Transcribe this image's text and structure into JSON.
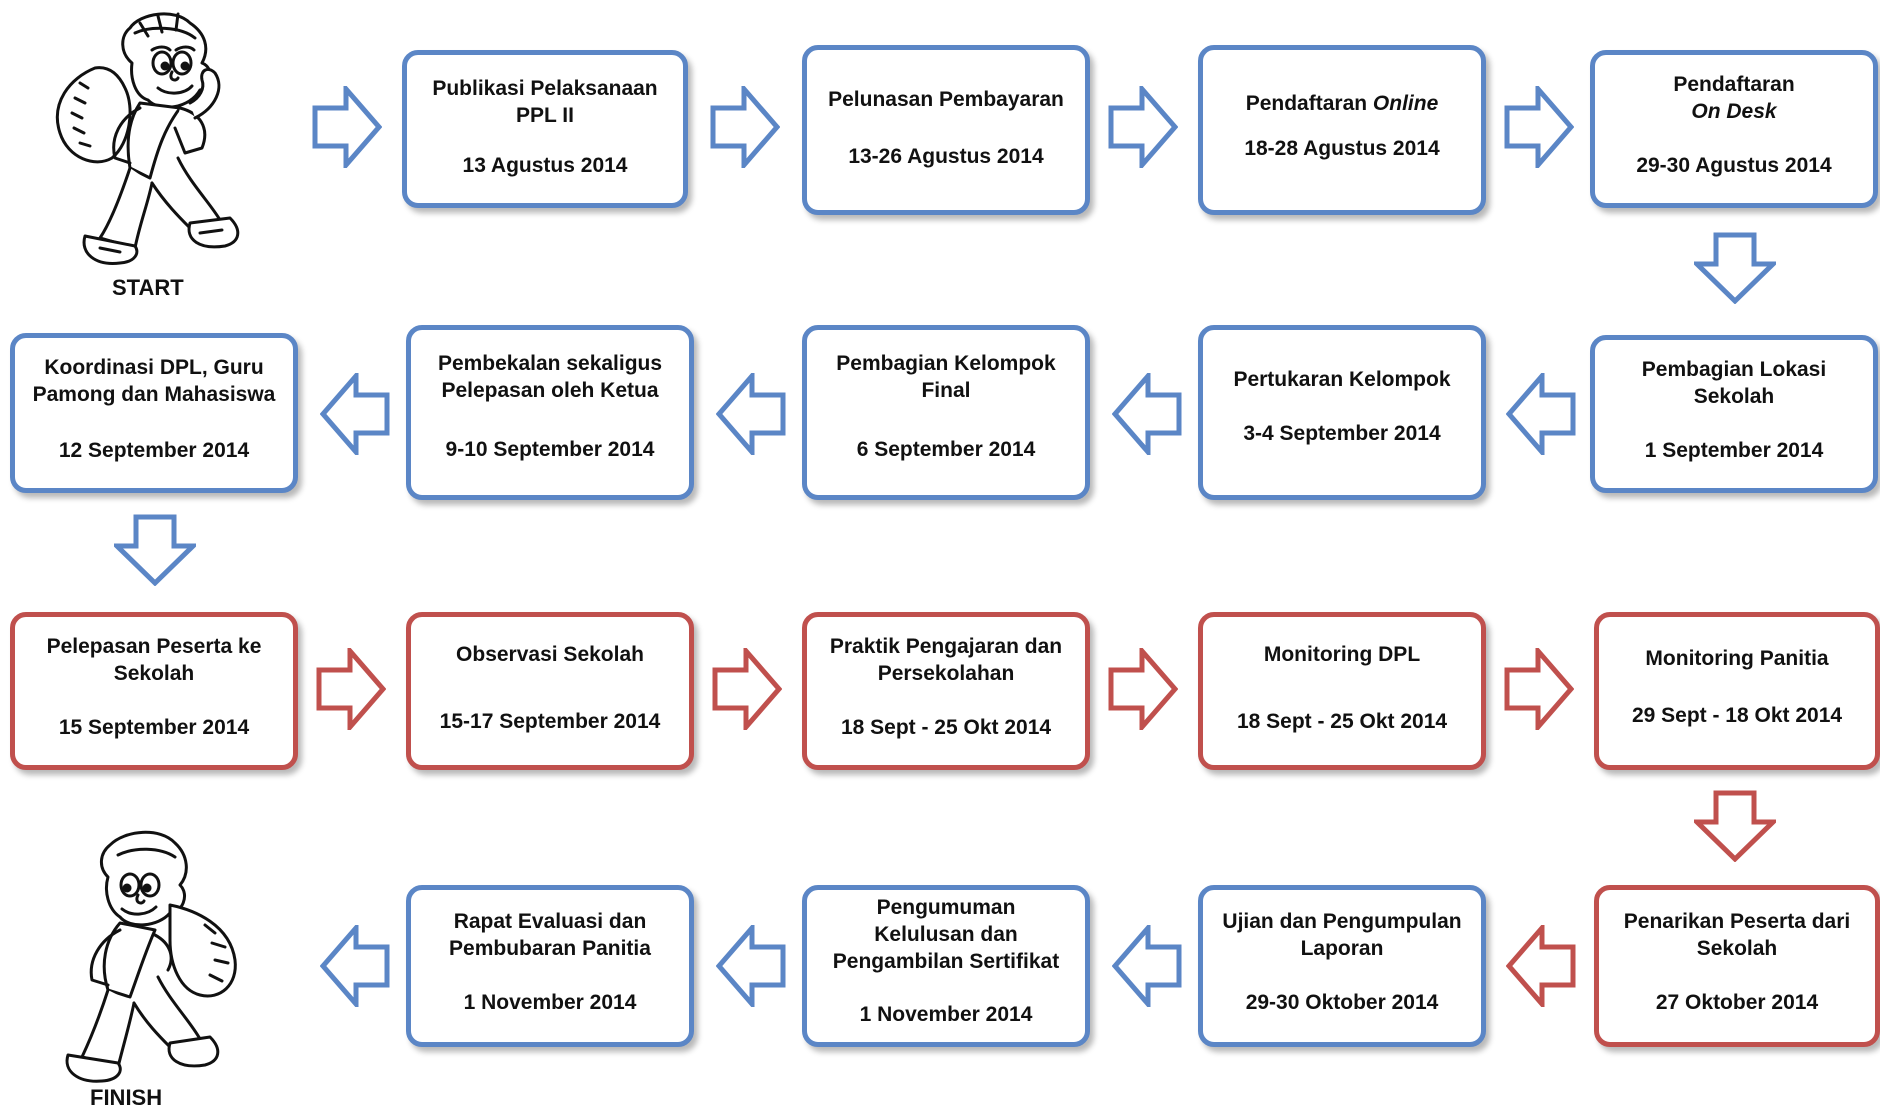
{
  "start_label": "START",
  "finish_label": "FINISH",
  "colors": {
    "blue": "#5b86c6",
    "red": "#c0504d"
  },
  "rows": [
    {
      "steps": [
        {
          "title": "Publikasi Pelaksanaan PPL II",
          "date": "13 Agustus 2014"
        },
        {
          "title": "Pelunasan Pembayaran",
          "date": "13-26 Agustus 2014"
        },
        {
          "title_plain": "Pendaftaran ",
          "title_em": "Online",
          "date": "18-28 Agustus 2014"
        },
        {
          "title_plain": "Pendaftaran",
          "title_em": "On Desk",
          "date": "29-30 Agustus 2014"
        }
      ]
    },
    {
      "steps": [
        {
          "title": "Pembagian Lokasi Sekolah",
          "date": "1 September 2014"
        },
        {
          "title": "Pertukaran Kelompok",
          "date": "3-4 September 2014"
        },
        {
          "title": "Pembagian Kelompok Final",
          "date": "6 September 2014"
        },
        {
          "title": "Pembekalan sekaligus Pelepasan oleh Ketua",
          "date": "9-10 September 2014"
        },
        {
          "title": "Koordinasi DPL, Guru Pamong dan Mahasiswa",
          "date": "12 September 2014"
        }
      ]
    },
    {
      "steps": [
        {
          "title": "Pelepasan Peserta ke Sekolah",
          "date": "15 September 2014"
        },
        {
          "title": "Observasi Sekolah",
          "date": "15-17 September 2014"
        },
        {
          "title": "Praktik Pengajaran dan Persekolahan",
          "date": "18 Sept - 25 Okt 2014"
        },
        {
          "title": "Monitoring DPL",
          "date": "18 Sept - 25 Okt 2014"
        },
        {
          "title": "Monitoring Panitia",
          "date": "29 Sept - 18 Okt 2014"
        }
      ]
    },
    {
      "steps": [
        {
          "title": "Penarikan Peserta dari Sekolah",
          "date": "27 Oktober 2014"
        },
        {
          "title": "Ujian dan Pengumpulan Laporan",
          "date": "29-30 Oktober 2014"
        },
        {
          "title": "Pengumuman Kelulusan dan Pengambilan Sertifikat",
          "date": "1 November 2014"
        },
        {
          "title": "Rapat Evaluasi dan Pembubaran Panitia",
          "date": "1 November 2014"
        }
      ]
    }
  ]
}
